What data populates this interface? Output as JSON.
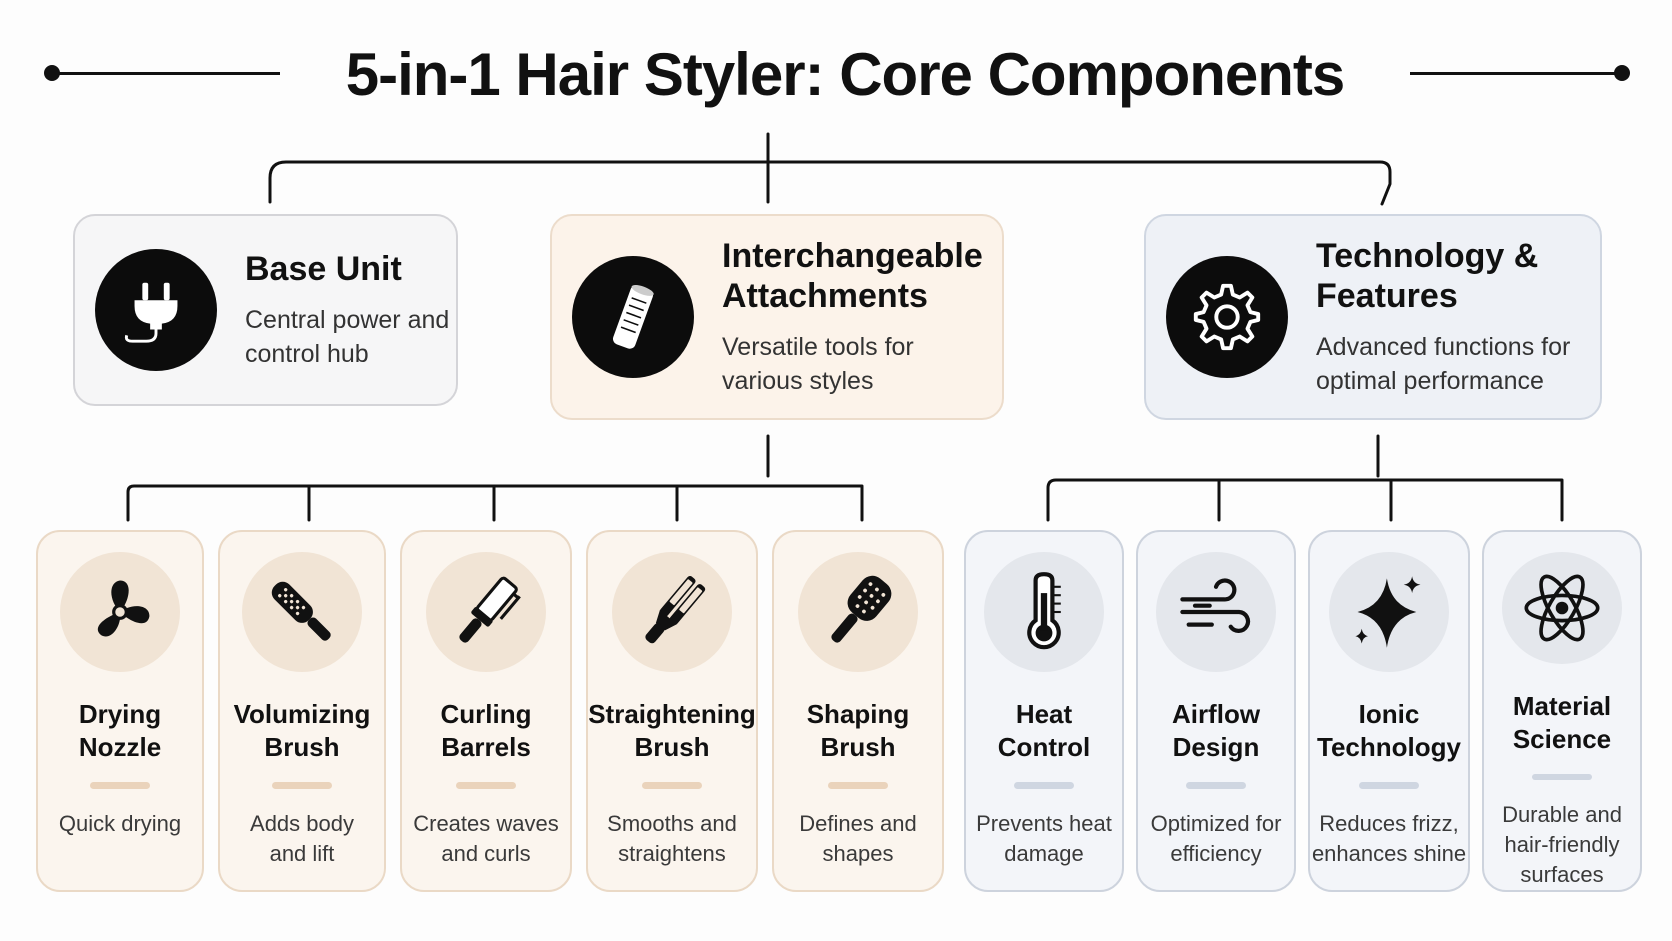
{
  "title": "5-in-1 Hair Styler: Core Components",
  "categories": [
    {
      "title_lines": [
        "Base Unit"
      ],
      "desc_lines": [
        "Central power and",
        "control hub"
      ],
      "icon": "plug-icon"
    },
    {
      "title_lines": [
        "Interchangeable",
        "Attachments"
      ],
      "desc_lines": [
        "Versatile tools for",
        "various styles"
      ],
      "icon": "attachment-icon"
    },
    {
      "title_lines": [
        "Technology &",
        "Features"
      ],
      "desc_lines": [
        "Advanced functions for",
        "optimal performance"
      ],
      "icon": "gear-icon"
    }
  ],
  "attachments": [
    {
      "title_lines": [
        "Drying",
        "Nozzle"
      ],
      "desc_lines": [
        "Quick drying"
      ],
      "icon": "fan-icon"
    },
    {
      "title_lines": [
        "Volumizing",
        "Brush"
      ],
      "desc_lines": [
        "Adds body",
        "and lift"
      ],
      "icon": "round-brush-icon"
    },
    {
      "title_lines": [
        "Curling",
        "Barrels"
      ],
      "desc_lines": [
        "Creates waves",
        "and curls"
      ],
      "icon": "curling-barrel-icon"
    },
    {
      "title_lines": [
        "Straightening",
        "Brush"
      ],
      "desc_lines": [
        "Smooths and",
        "straightens"
      ],
      "icon": "straightener-icon"
    },
    {
      "title_lines": [
        "Shaping",
        "Brush"
      ],
      "desc_lines": [
        "Defines and",
        "shapes"
      ],
      "icon": "paddle-brush-icon"
    }
  ],
  "features": [
    {
      "title_lines": [
        "Heat",
        "Control"
      ],
      "desc_lines": [
        "Prevents heat",
        "damage"
      ],
      "icon": "thermometer-icon"
    },
    {
      "title_lines": [
        "Airflow",
        "Design"
      ],
      "desc_lines": [
        "Optimized for",
        "efficiency"
      ],
      "icon": "wind-icon"
    },
    {
      "title_lines": [
        "Ionic",
        "Technology"
      ],
      "desc_lines": [
        "Reduces frizz,",
        "enhances shine"
      ],
      "icon": "sparkle-icon"
    },
    {
      "title_lines": [
        "Material",
        "Science"
      ],
      "desc_lines": [
        "Durable and",
        "hair-friendly",
        "surfaces"
      ],
      "icon": "atom-icon"
    }
  ],
  "colors": {
    "attachment_accent": "#ead3bb",
    "feature_accent": "#cfd6e1",
    "icon_dark": "#0c0c0c"
  }
}
